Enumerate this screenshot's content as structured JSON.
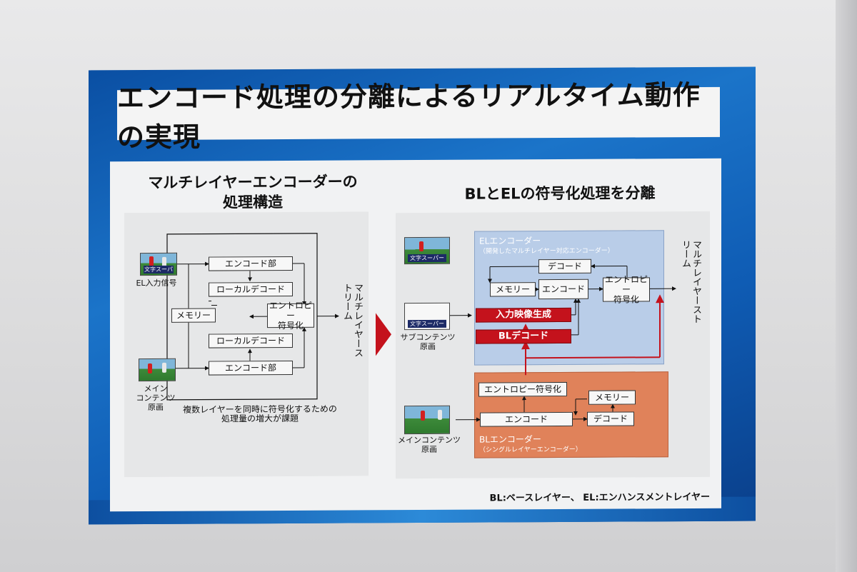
{
  "title": "エンコード処理の分離によるリアルタイム動作の実現",
  "left": {
    "heading_line1": "マルチレイヤーエンコーダーの",
    "heading_line2": "処理構造",
    "el_input": "EL入力信号",
    "thumb_caption": "文字スーパー",
    "main_content": "メイン\nコンテンツ\n原画",
    "boxes": {
      "encoder_top": "エンコード部",
      "local_decode_top": "ローカルデコード",
      "memory": "メモリー",
      "entropy": "エントロピー\n符号化",
      "local_decode_bottom": "ローカルデコード",
      "encoder_bottom": "エンコード部"
    },
    "output": "マルチレイヤーストリーム",
    "note_line1": "複数レイヤーを同時に符号化するための",
    "note_line2": "処理量の増大が課題"
  },
  "right": {
    "heading": "BLとELの符号化処理を分離",
    "thumb_caption": "文字スーパー",
    "sub_content": "サブコンテンツ\n原画",
    "main_content": "メインコンテンツ\n原画",
    "el_title": "ELエンコーダー",
    "el_subtitle": "（開発したマルチレイヤー対応エンコーダー）",
    "bl_title": "BLエンコーダー",
    "bl_subtitle": "（シングルレイヤーエンコーダー）",
    "boxes": {
      "el_decode": "デコード",
      "el_memory": "メモリー",
      "el_encode": "エンコード",
      "el_entropy": "エントロピー\n符号化",
      "input_gen": "入力映像生成",
      "bl_decode_red": "BLデコード",
      "bl_entropy": "エントロピー符号化",
      "bl_memory": "メモリー",
      "bl_encode": "エンコード",
      "bl_decode": "デコード"
    },
    "output": "マルチレイヤーストリーム"
  },
  "footnote": "BL:ベースレイヤー、 EL:エンハンスメントレイヤー",
  "colors": {
    "poster_blue": "#1b74c9",
    "red": "#c4121c",
    "el_region": "#b9cde8",
    "bl_region": "#e0825a"
  }
}
